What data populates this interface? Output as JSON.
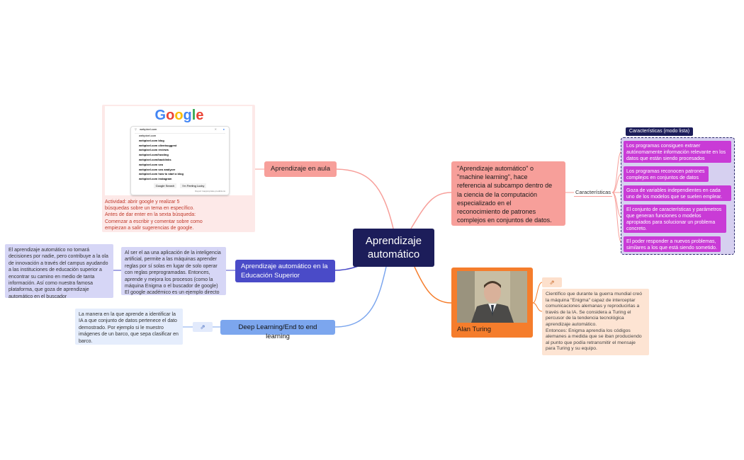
{
  "central": {
    "line1": "Aprendizaje",
    "line2": "automático"
  },
  "aula": {
    "label": "Aprendizaje en aula",
    "activity": [
      "Actividad: abrir google y realizar 5",
      "búsquedas sobre un tema en específico.",
      "Antes de dar enter en la sexta búsqueda:",
      "Comenzar a escribir y comentar sobre como",
      "empiezan a salir sugerencias de google."
    ],
    "google": {
      "logo": "Google",
      "query": "webpixel.com",
      "suggestions": [
        "webpixel.com",
        "webpixel.com blog",
        "webpixel.com clientsuggest",
        "webpixel.com reviews",
        "webpixel.com/hosting",
        "webpixel.com/backlinks",
        "webpixel.com seo",
        "webpixel.com seo analyzer",
        "webpixel.com how to start a blog",
        "webpixel.com instagram"
      ],
      "btn_search": "Google Search",
      "btn_lucky": "I'm Feeling Lucky",
      "report": "Report inappropriate predictions"
    }
  },
  "educacion": {
    "label_line1": "Aprendizaje automático en la",
    "label_line2": "Educación Superior",
    "note1": [
      "Al ser el aa una aplicación de la inteligencia",
      "artificial, permite a las máquinas aprender",
      "reglas por sí solas en lugar de solo operar",
      "con reglas preprogramadas. Entonces,",
      "aprende y mejora los procesos (como la",
      "máquina Enigma o el buscador de google)",
      "El google académico es un ejemplo directo"
    ],
    "note2": [
      "El aprendizaje automático no tomará",
      "decisiones por nadie, pero contribuye a la ola",
      "de innovación a través del campus ayudando",
      "a las instituciones de educación superior a",
      "encontrar su camino en medio de tanta",
      "información. Así como nuestra famosa",
      "plataforma, que goza de aprendizaje",
      "automático en el buscador"
    ]
  },
  "deep": {
    "label": "Deep Learning/End to end learning",
    "note": [
      "La manera en la que aprende a identificar la",
      "IA a que conjunto de datos pertenece el dato",
      "demostrado. Por ejemplo si le muestro",
      "imágenes de un barco, que sepa clasificar en",
      "barco."
    ]
  },
  "definicion": {
    "lines": [
      "\"Aprendizaje automático\" o",
      "\"machine learning\", hace",
      "referencia al subcampo dentro de",
      "la ciencia de la computación",
      "especializado en el",
      "reconocimiento de patrones",
      "complejos en conjuntos de datos."
    ],
    "caracteristicas_label": "Características",
    "list_title": "Características (modo lista)",
    "items": [
      [
        "Los programas consiguen extraer",
        "autónomamente información relevante en los",
        "datos que están siendo procesados"
      ],
      [
        "Los programas reconocen patrones",
        "complejos en conjuntos de datos"
      ],
      [
        "Goza de variables independientes en cada",
        "uno de los modelos que se suelen emplear."
      ],
      [
        "El conjunto de características y parámetros",
        "que generan funciones o modelos",
        "apropiados para solucionar un problema",
        "concreto."
      ],
      [
        "El poder responder a nuevos problemas,",
        "similares a los que está siendo sometido."
      ]
    ]
  },
  "turing": {
    "label": "Alan Turing",
    "note": [
      "Científico que durante la guerra mundial creó",
      "la máquina \"Enigma\" capaz de interceptar",
      "comunicaciones alemanas y reproducirlas a",
      "través de la IA. Se considera a Turing el",
      "percusor de la tendencia tecnológica",
      "aprendizaje automático.",
      "Entonces: Enigma aprendía los códigos",
      "alemanes a medida que se iban produciendo",
      "al punto que podía retransmitir el mensaje",
      "para Turing y su equipo."
    ]
  },
  "colors": {
    "central": "#1c1d5a",
    "aula": "#f79f9a",
    "educacion": "#4a4bc8",
    "deep": "#7ca6ee",
    "definicion": "#f79f9a",
    "turing": "#f57d2c",
    "items": "#c93bd6",
    "list_bg": "#d6d0f0"
  },
  "icons": {
    "link": "external-link-icon"
  }
}
